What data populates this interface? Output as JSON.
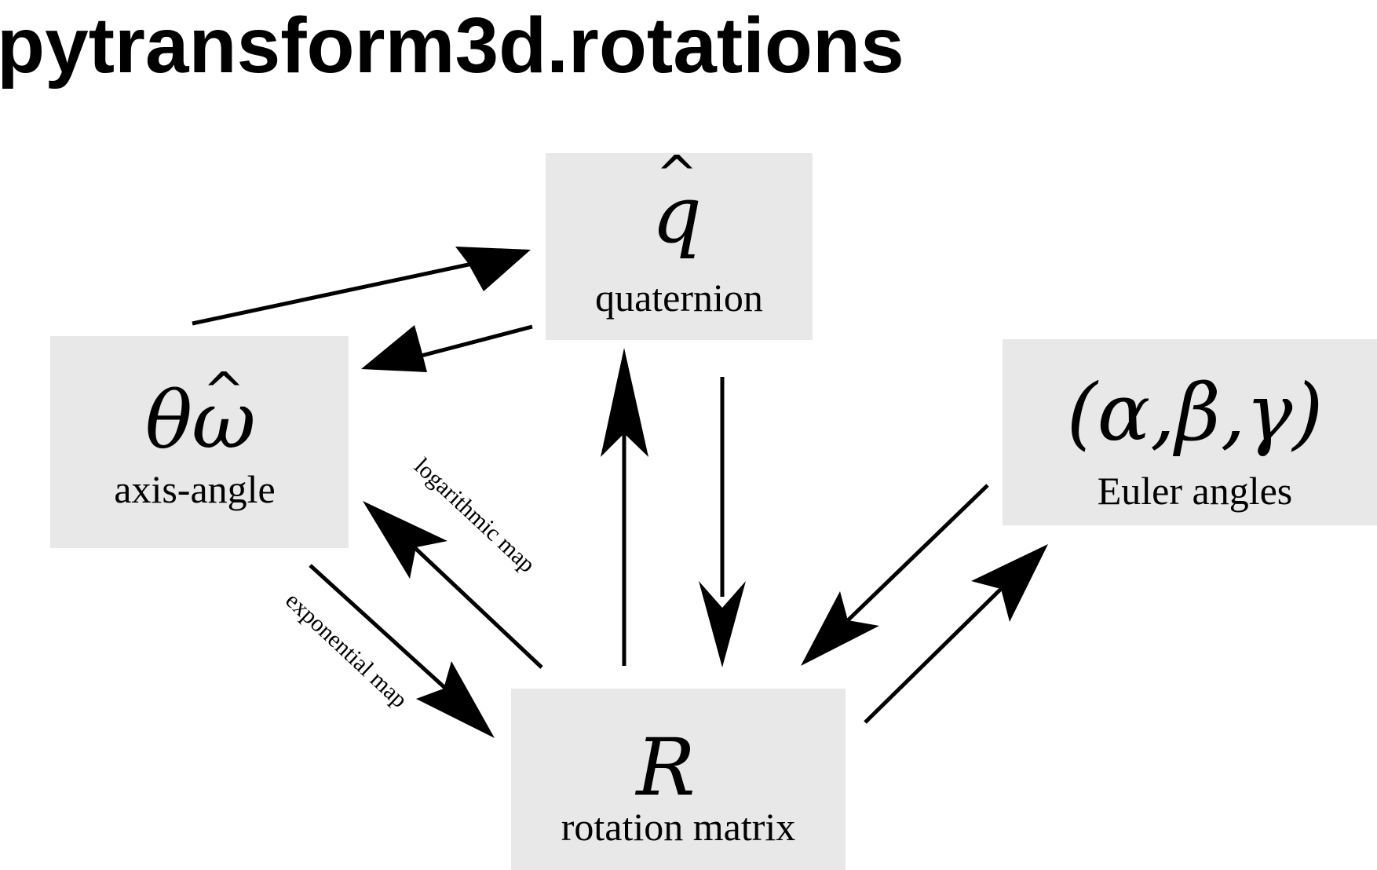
{
  "title": "pytransform3d.rotations",
  "nodes": {
    "quaternion": {
      "symbol": "q",
      "hat": "^",
      "label": "quaternion"
    },
    "axis_angle": {
      "symbol_theta": "θ",
      "symbol_omega": "ω",
      "hat": "^",
      "label": "axis-angle"
    },
    "euler": {
      "symbol": "(α,β,γ)",
      "label": "Euler angles"
    },
    "rotation_matrix": {
      "symbol": "R",
      "label": "rotation matrix"
    }
  },
  "edge_labels": {
    "logarithmic_map": "logarithmic map",
    "exponential_map": "exponential map"
  },
  "colors": {
    "box_fill": "#e8e8e8",
    "ink": "#000000",
    "background": "#ffffff"
  }
}
